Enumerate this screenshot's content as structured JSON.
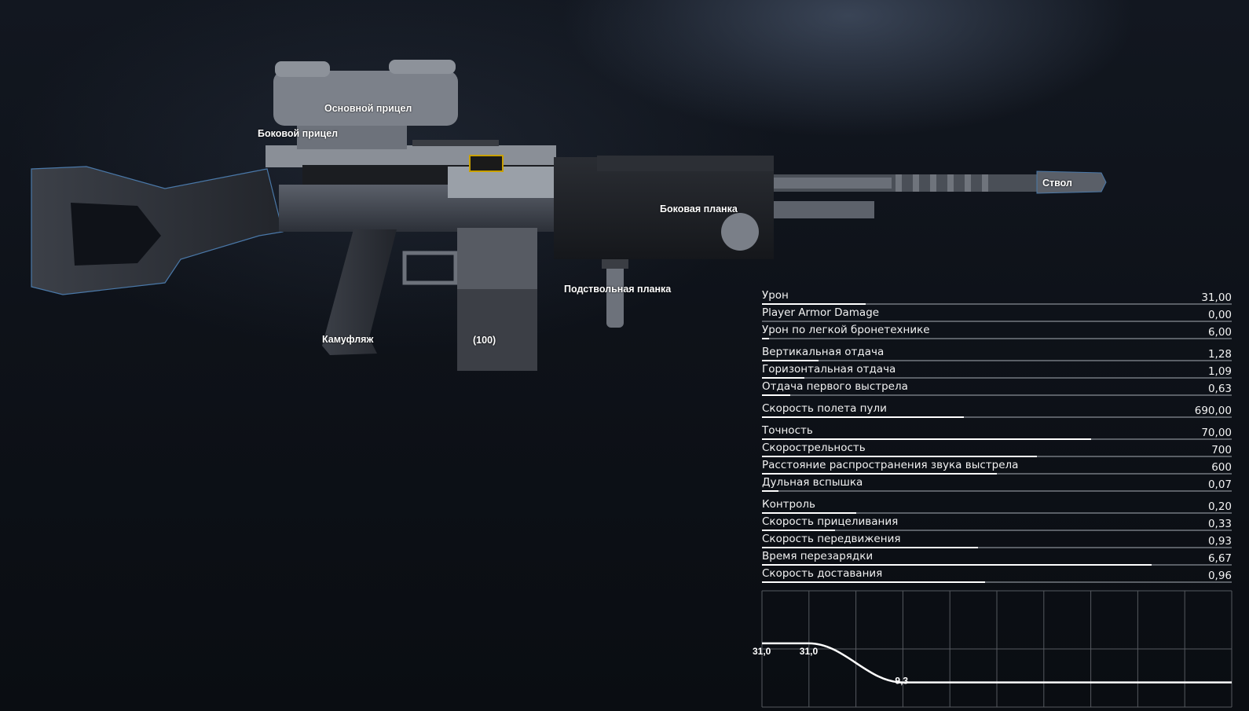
{
  "attachments": [
    {
      "id": "main-sight-label",
      "label": "Основной прицел"
    },
    {
      "id": "side-sight-label",
      "label": "Боковой прицел"
    },
    {
      "id": "barrel-label",
      "label": "Ствол"
    },
    {
      "id": "side-rail-label",
      "label": "Боковая планка"
    },
    {
      "id": "underbarrel-rail-label",
      "label": "Подствольная планка"
    },
    {
      "id": "camo-label",
      "label": "Камуфляж"
    },
    {
      "id": "magazine-label",
      "label": "(100)"
    }
  ],
  "stats": [
    {
      "name": "Урон",
      "value": "31,00",
      "fill": 0.22
    },
    {
      "name": "Player Armor Damage",
      "value": "0,00",
      "fill": 0.0
    },
    {
      "name": "Урон по легкой бронетехнике",
      "value": "6,00",
      "fill": 0.015
    },
    {
      "name": "Вертикальная отдача",
      "value": "1,28",
      "fill": 0.12
    },
    {
      "name": "Горизонтальная отдача",
      "value": "1,09",
      "fill": 0.09
    },
    {
      "name": "Отдача первого выстрела",
      "value": "0,63",
      "fill": 0.06
    },
    {
      "name": "Скорость полета пули",
      "value": "690,00",
      "fill": 0.43
    },
    {
      "name": "Точность",
      "value": "70,00",
      "fill": 0.7
    },
    {
      "name": "Скорострельность",
      "value": "700",
      "fill": 0.585
    },
    {
      "name": "Расстояние распространения звука выстрела",
      "value": "600",
      "fill": 0.5
    },
    {
      "name": "Дульная вспышка",
      "value": "0,07",
      "fill": 0.035
    },
    {
      "name": "Контроль",
      "value": "0,20",
      "fill": 0.2
    },
    {
      "name": "Скорость прицеливания",
      "value": "0,33",
      "fill": 0.155
    },
    {
      "name": "Скорость передвижения",
      "value": "0,93",
      "fill": 0.46
    },
    {
      "name": "Время перезарядки",
      "value": "6,67",
      "fill": 0.83
    },
    {
      "name": "Скорость доставания",
      "value": "0,96",
      "fill": 0.475
    }
  ],
  "damage_falloff": {
    "points": [
      {
        "label": "31,0",
        "value": 31.0
      },
      {
        "label": "31,0",
        "value": 31.0
      },
      {
        "label": "9,3",
        "value": 9.3
      }
    ]
  },
  "colors": {
    "bar_fill": "#ffffff",
    "bar_track": "#5a5f66",
    "grid": "#55595f",
    "text": "#f2f2f2"
  }
}
